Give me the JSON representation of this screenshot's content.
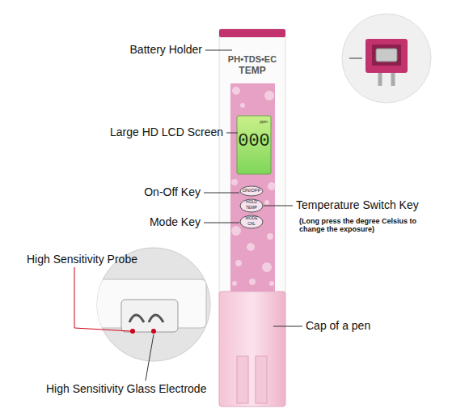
{
  "diagram": {
    "labels": [
      "Battery Holder",
      "PH•TDS•EC",
      "TEMP",
      "000",
      "ppm",
      "Large HD LCD Screen",
      "ON/OFF",
      "On-Off Key",
      "HOLD",
      "TEMP",
      "Temperature Switch Key",
      "(Long press the degree Celsius to change the exposure)",
      "MODE",
      "CAL",
      "Mode Key",
      "High Sensitivity Probe",
      "Cap of a pen",
      "High Sensitivity Glass Electrode"
    ]
  }
}
